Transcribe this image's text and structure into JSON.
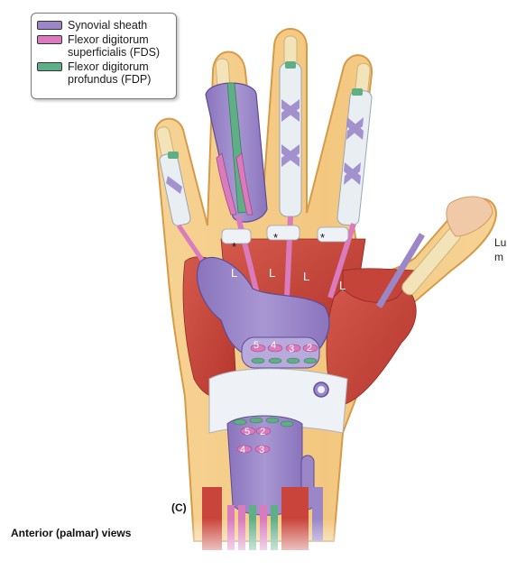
{
  "legend": {
    "items": [
      {
        "label": "Synovial sheath",
        "color": "#9b87c8"
      },
      {
        "label": "Flexor digitorum superficialis (FDS)",
        "color": "#d97bbd"
      },
      {
        "label": "Flexor digitorum profundus (FDP)",
        "color": "#5fae86"
      }
    ]
  },
  "labels": {
    "lumbrical": "L",
    "asterisk": "*",
    "panel": "(C)",
    "caption": "Anterior (palmar) views",
    "edge_line1": "Lu",
    "edge_line2": "m",
    "fds_upper": [
      "5",
      "4",
      "3",
      "2"
    ],
    "fds_lower_top": [
      "5",
      "2"
    ],
    "fds_lower_bottom": [
      "4",
      "3"
    ]
  },
  "colors": {
    "skin": "#f1c27d",
    "skin_edge": "#e0a957",
    "muscle": "#c9453b",
    "sheath": "#9b87c8",
    "fds": "#d97bbd",
    "fdp": "#5fae86",
    "bone": "#f3e3b8",
    "ligament": "#e9eef3"
  }
}
